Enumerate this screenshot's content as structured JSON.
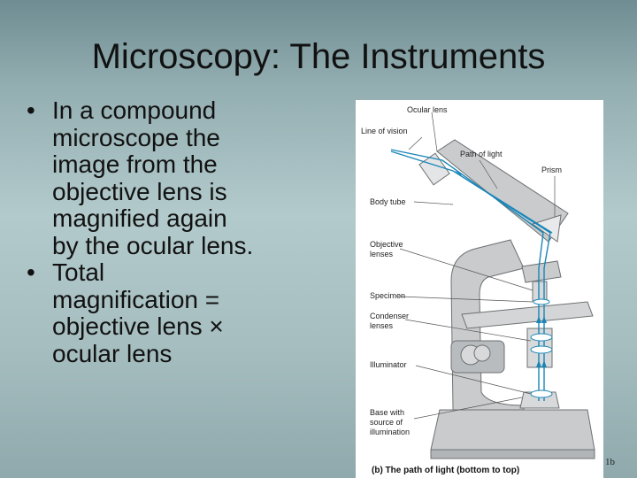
{
  "slide": {
    "title": "Microscopy: The Instruments",
    "bullets": [
      {
        "marker": "•",
        "lines": [
          "In a compound",
          "microscope the",
          "image from the",
          "objective lens is",
          "magnified again",
          "by the ocular lens."
        ]
      },
      {
        "marker": "•",
        "lines": [
          "Total",
          "magnification =",
          "objective lens ×",
          "ocular lens"
        ]
      }
    ],
    "slide_number": "1b"
  },
  "figure": {
    "labels": {
      "ocular_lens": "Ocular lens",
      "line_of_vision": "Line of vision",
      "path_of_light": "Path of light",
      "prism": "Prism",
      "body_tube": "Body tube",
      "objective_lenses_1": "Objective",
      "objective_lenses_2": "lenses",
      "specimen": "Specimen",
      "condenser_lenses_1": "Condenser",
      "condenser_lenses_2": "lenses",
      "illuminator": "Illuminator",
      "base_1": "Base with",
      "base_2": "source of",
      "base_3": "illumination"
    },
    "caption": "(b) The path of light (bottom to top)",
    "colors": {
      "body": "#c9cbcd",
      "light_path": "#1a86b8",
      "outline": "#6d7173"
    }
  }
}
